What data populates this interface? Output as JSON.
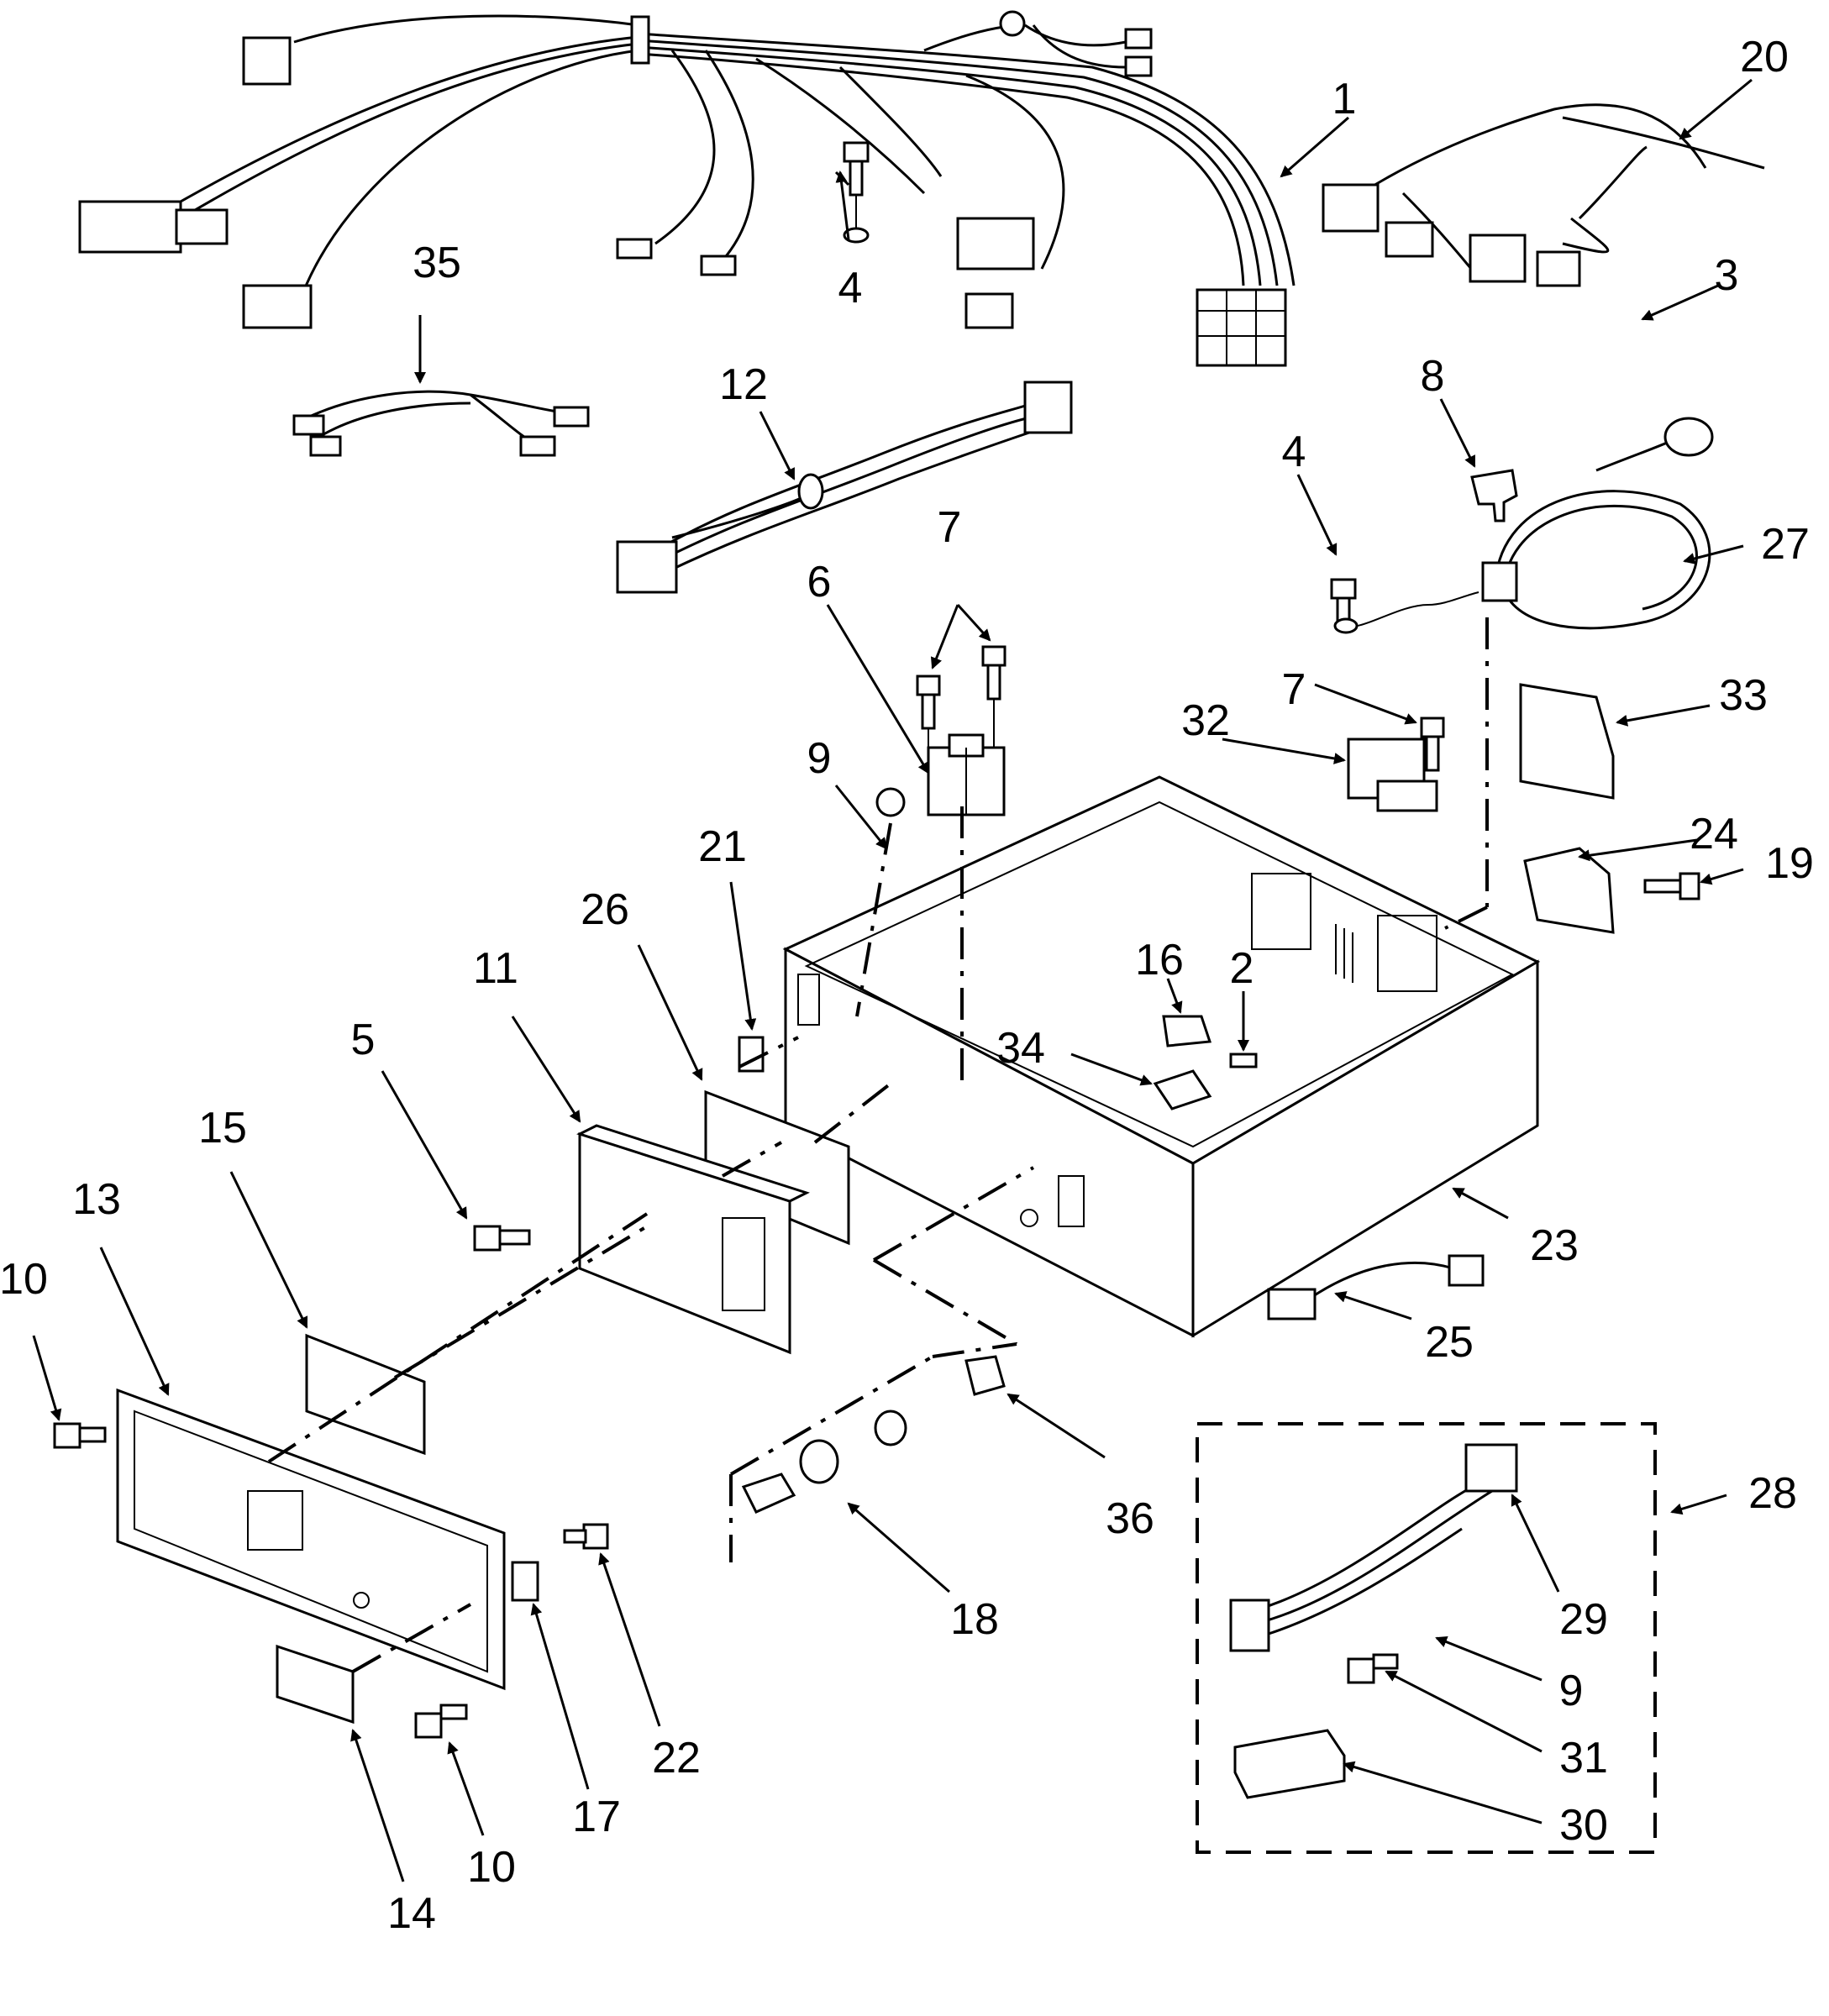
{
  "colors": {
    "ink": "#000000",
    "paper": "#ffffff"
  },
  "labels": [
    "1",
    "2",
    "3",
    "4",
    "4",
    "5",
    "6",
    "7",
    "7",
    "8",
    "9",
    "9",
    "10",
    "10",
    "11",
    "12",
    "13",
    "14",
    "15",
    "16",
    "17",
    "18",
    "19",
    "20",
    "21",
    "22",
    "23",
    "24",
    "25",
    "26",
    "27",
    "28",
    "29",
    "30",
    "31",
    "32",
    "33",
    "34",
    "35",
    "36"
  ]
}
